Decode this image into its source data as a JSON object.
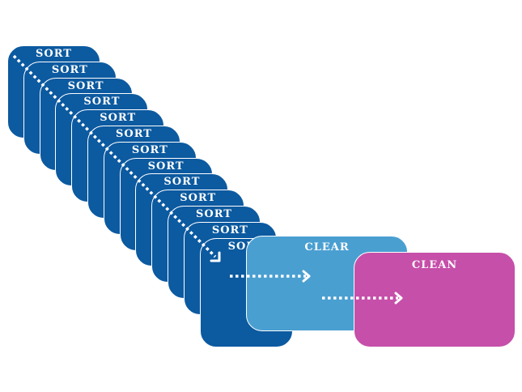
{
  "diagram": {
    "sort_label": "SORT",
    "sort_count": 13,
    "clear_label": "CLEAR",
    "clean_label": "CLEAN",
    "colors": {
      "sort": "#0c5aa0",
      "clear": "#4a9fd1",
      "clean": "#c64fa9",
      "arrow": "#ffffff"
    }
  }
}
